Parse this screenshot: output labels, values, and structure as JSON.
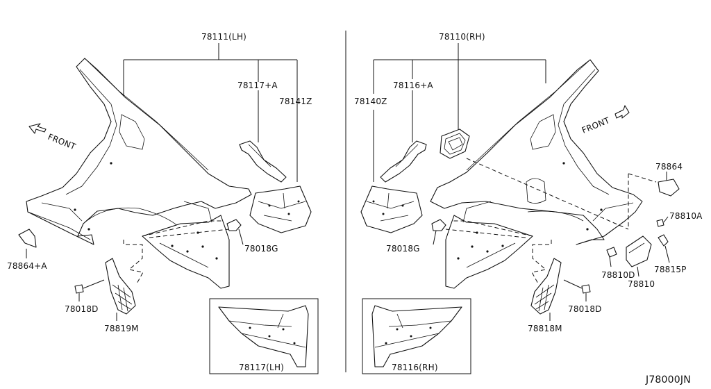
{
  "labels": {
    "lh_assembly": "78111(LH)",
    "rh_assembly": "78110(RH)",
    "p78117a": "78117+A",
    "p78141z": "78141Z",
    "p78116a": "78116+A",
    "p78140z": "78140Z",
    "p78864": "78864",
    "p78864a": "78864+A",
    "p78018g_l": "78018G",
    "p78018g_r": "78018G",
    "p78018d_l": "78018D",
    "p78018d_r": "78018D",
    "p78819m": "78819M",
    "p78818m": "78818M",
    "p78810a": "78810A",
    "p78810d": "78810D",
    "p78810": "78810",
    "p78815p": "78815P",
    "inset_lh": "78117(LH)",
    "inset_rh": "78116(RH)",
    "front_left": "FRONT",
    "front_right": "FRONT",
    "diagram_id": "J78000JN"
  }
}
